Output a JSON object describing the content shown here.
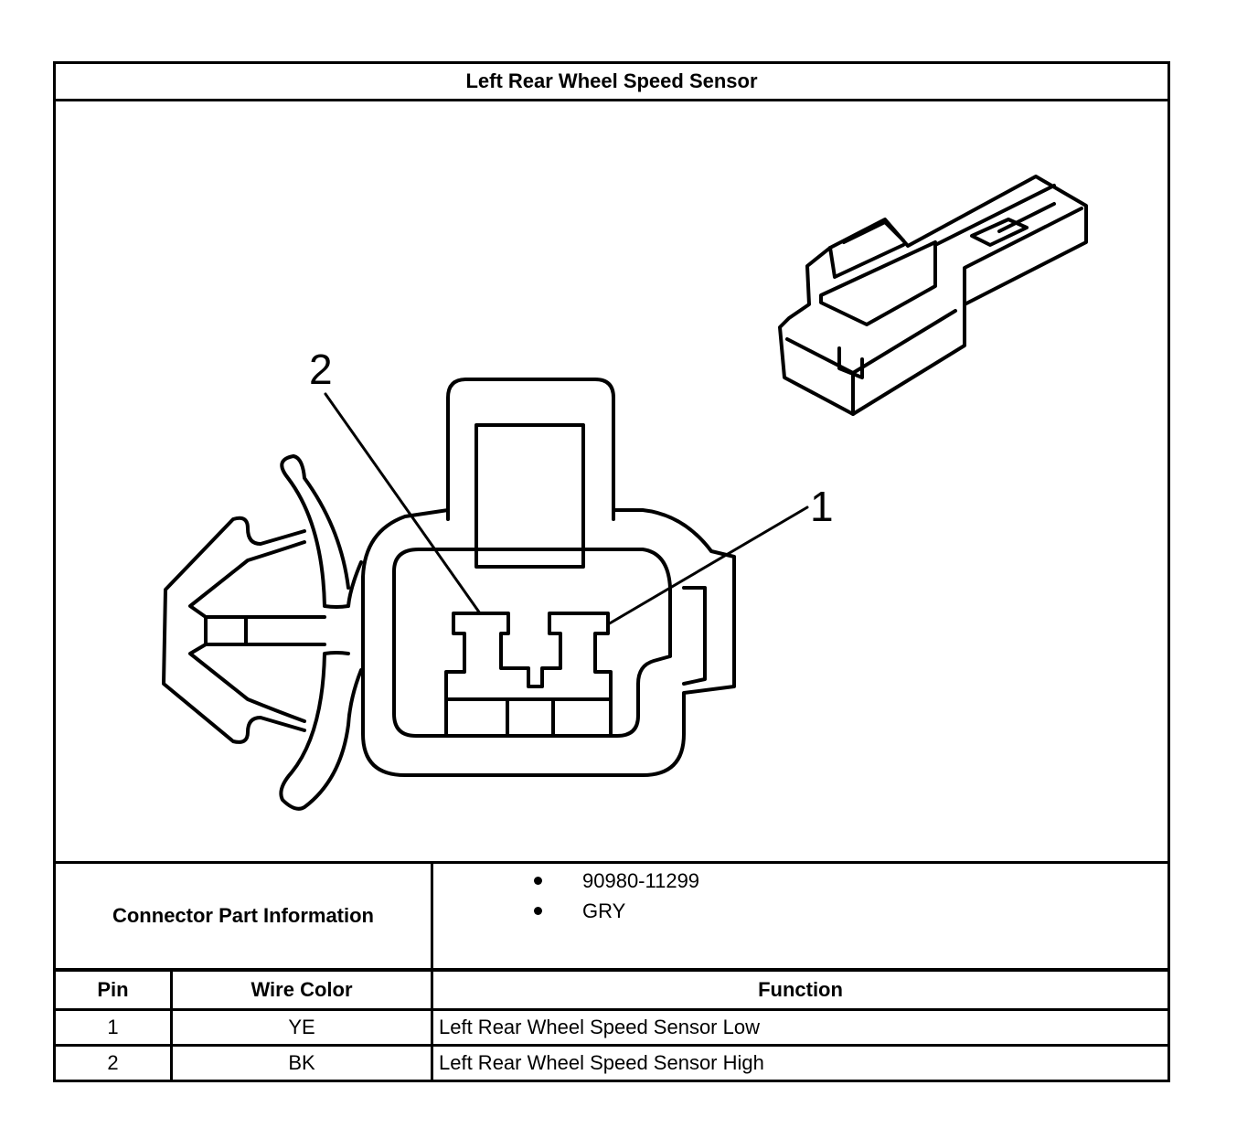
{
  "title": "Left Rear Wheel Speed Sensor",
  "diagram": {
    "callouts": [
      {
        "label": "2"
      },
      {
        "label": "1"
      }
    ],
    "icons": [
      "connector-face-view-drawing",
      "connector-isometric-view-drawing"
    ]
  },
  "connector_info": {
    "label": "Connector Part Information",
    "items": [
      "90980-11299",
      "GRY"
    ]
  },
  "pin_table": {
    "headers": [
      "Pin",
      "Wire Color",
      "Function"
    ],
    "rows": [
      {
        "pin": "1",
        "wire_color": "YE",
        "function": "Left Rear Wheel Speed Sensor Low"
      },
      {
        "pin": "2",
        "wire_color": "BK",
        "function": "Left Rear Wheel Speed Sensor High"
      }
    ]
  }
}
